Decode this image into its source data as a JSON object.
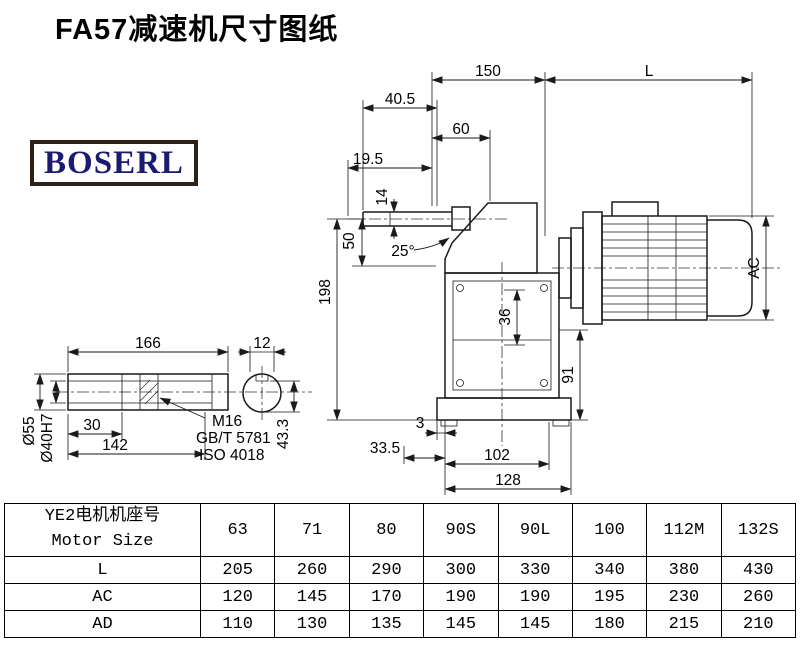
{
  "title": "FA57减速机尺寸图纸",
  "logo_text": "BOSERL",
  "drawing": {
    "dims": {
      "d150": "150",
      "dL": "L",
      "d40_5": "40.5",
      "d60": "60",
      "d19_5": "19.5",
      "d14": "14",
      "d50": "50",
      "angle": "25°",
      "d198": "198",
      "ac": "AC",
      "d36": "36",
      "d91": "91",
      "d3": "3",
      "d33_5": "33.5",
      "d102": "102",
      "d128": "128",
      "d166": "166",
      "d12": "12",
      "d30": "30",
      "d142": "142",
      "dia55": "Ø55",
      "dia40h7": "Ø40H7",
      "m16": "M16",
      "gbt": "GB/T 5781",
      "iso": "ISO 4018",
      "d43_3": "43.3"
    }
  },
  "table": {
    "header_cn": "YE2电机机座号",
    "header_en": "Motor Size",
    "sizes": [
      "63",
      "71",
      "80",
      "90S",
      "90L",
      "100",
      "112M",
      "132S"
    ],
    "rows": [
      {
        "label": "L",
        "values": [
          "205",
          "260",
          "290",
          "300",
          "330",
          "340",
          "380",
          "430"
        ]
      },
      {
        "label": "AC",
        "values": [
          "120",
          "145",
          "170",
          "190",
          "190",
          "195",
          "230",
          "260"
        ]
      },
      {
        "label": "AD",
        "values": [
          "110",
          "130",
          "135",
          "145",
          "145",
          "180",
          "215",
          "210"
        ]
      }
    ]
  }
}
